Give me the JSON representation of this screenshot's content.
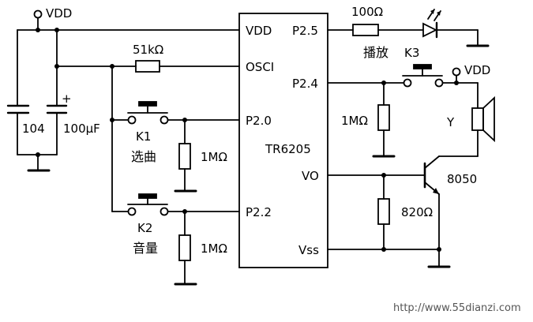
{
  "chip": {
    "name": "TR6205",
    "pins": {
      "vdd": "VDD",
      "osci": "OSCI",
      "p20": "P2.0",
      "p22": "P2.2",
      "p25": "P2.5",
      "p24": "P2.4",
      "vo": "VO",
      "vss": "Vss"
    }
  },
  "supply": {
    "vdd_left": "VDD",
    "vdd_right": "VDD"
  },
  "components": {
    "cap_ceramic": "104",
    "cap_electrolytic": "100μF",
    "cap_polarity": "+",
    "r_osc": "51kΩ",
    "r_k1": "1MΩ",
    "r_k2": "1MΩ",
    "r_k3": "1MΩ",
    "r_led": "100Ω",
    "r_emitter": "820Ω",
    "transistor": "8050",
    "speaker": "Y"
  },
  "switches": {
    "k1": {
      "id": "K1",
      "label": "选曲"
    },
    "k2": {
      "id": "K2",
      "label": "音量"
    },
    "k3": {
      "id": "K3",
      "label": "播放"
    }
  },
  "watermark": "http://www.55dianzi.com"
}
